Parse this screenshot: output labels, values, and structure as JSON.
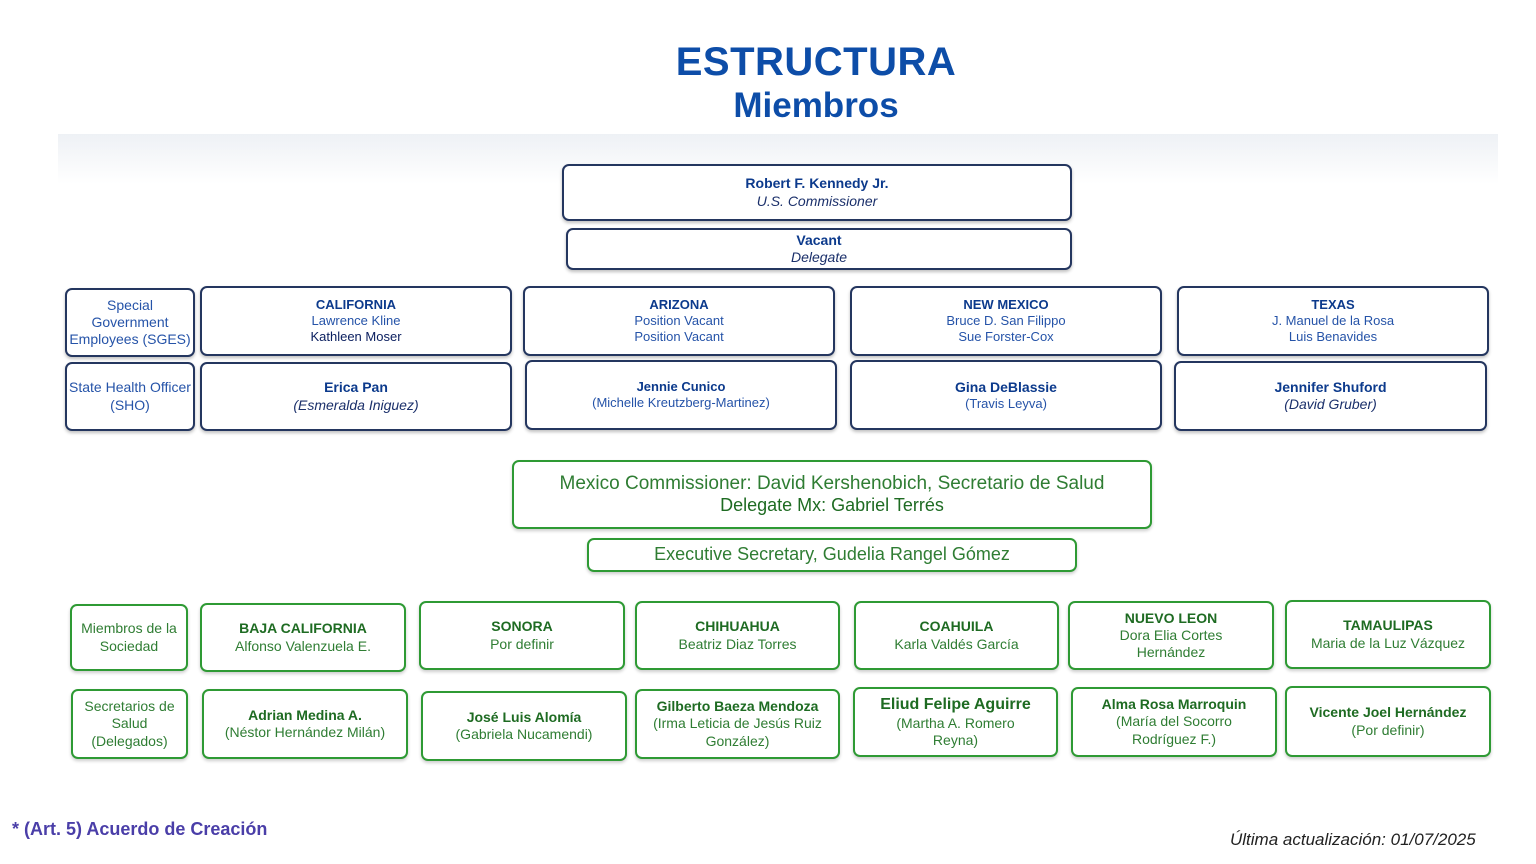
{
  "header": {
    "title": "ESTRUCTURA",
    "subtitle": "Miembros"
  },
  "us": {
    "commissioner": {
      "name": "Robert F. Kennedy Jr.",
      "role": "U.S. Commissioner"
    },
    "delegate": {
      "name": "Vacant",
      "role": "Delegate"
    },
    "row_labels": {
      "sges": "Special Government Employees (SGES)",
      "sho": "State Health Officer (SHO)"
    },
    "states": [
      {
        "state": "CALIFORNIA",
        "members": [
          "Lawrence Kline",
          "Kathleen Moser"
        ],
        "sho": "Erica Pan",
        "sho_delegate": "(Esmeralda Iniguez)"
      },
      {
        "state": "ARIZONA",
        "members": [
          "Position Vacant",
          "Position Vacant"
        ],
        "sho": "Jennie Cunico",
        "sho_delegate": "(Michelle Kreutzberg-Martinez)"
      },
      {
        "state": "NEW MEXICO",
        "members": [
          "Bruce D. San Filippo",
          "Sue Forster-Cox"
        ],
        "sho": "Gina DeBlassie",
        "sho_delegate": "(Travis Leyva)"
      },
      {
        "state": "TEXAS",
        "members": [
          "J. Manuel de la Rosa",
          "Luis Benavides"
        ],
        "sho": "Jennifer Shuford",
        "sho_delegate": "(David Gruber)"
      }
    ]
  },
  "mexico": {
    "commissioner": "Mexico Commissioner: David Kershenobich, Secretario de Salud",
    "delegate": "Delegate Mx: Gabriel Terrés",
    "executive": "Executive Secretary, Gudelia Rangel Gómez",
    "row_labels": {
      "society": "Miembros de la Sociedad",
      "health": "Secretarios de Salud (Delegados)"
    },
    "states": [
      {
        "state": "BAJA CALIFORNIA",
        "member": "Alfonso Valenzuela E.",
        "secretary": "Adrian Medina A.",
        "secretary_delegate": "(Néstor Hernández Milán)"
      },
      {
        "state": "SONORA",
        "member": "Por definir",
        "secretary": "José Luis Alomía",
        "secretary_delegate": "(Gabriela Nucamendi)"
      },
      {
        "state": "CHIHUAHUA",
        "member": "Beatriz Diaz Torres",
        "secretary": "Gilberto Baeza Mendoza",
        "secretary_delegate": "(Irma Leticia de Jesús Ruiz González)"
      },
      {
        "state": "COAHUILA",
        "member": "Karla Valdés García",
        "secretary": "Eliud Felipe Aguirre",
        "secretary_delegate": "(Martha A. Romero Reyna)"
      },
      {
        "state": "NUEVO LEON",
        "member": "Dora Elia Cortes Hernández",
        "secretary": "Alma Rosa Marroquin",
        "secretary_delegate": "(María del Socorro Rodríguez F.)"
      },
      {
        "state": "TAMAULIPAS",
        "member": "Maria de la Luz Vázquez",
        "secretary": "Vicente Joel Hernández",
        "secretary_delegate": "(Por definir)"
      }
    ]
  },
  "footer": {
    "note": "* (Art. 5) Acuerdo de Creación",
    "updated": "Última actualización: 01/07/2025"
  },
  "colors": {
    "title": "#0d4da8",
    "us_border": "#24365f",
    "mx_border": "#2e9a34",
    "note": "#4a3ea8"
  }
}
